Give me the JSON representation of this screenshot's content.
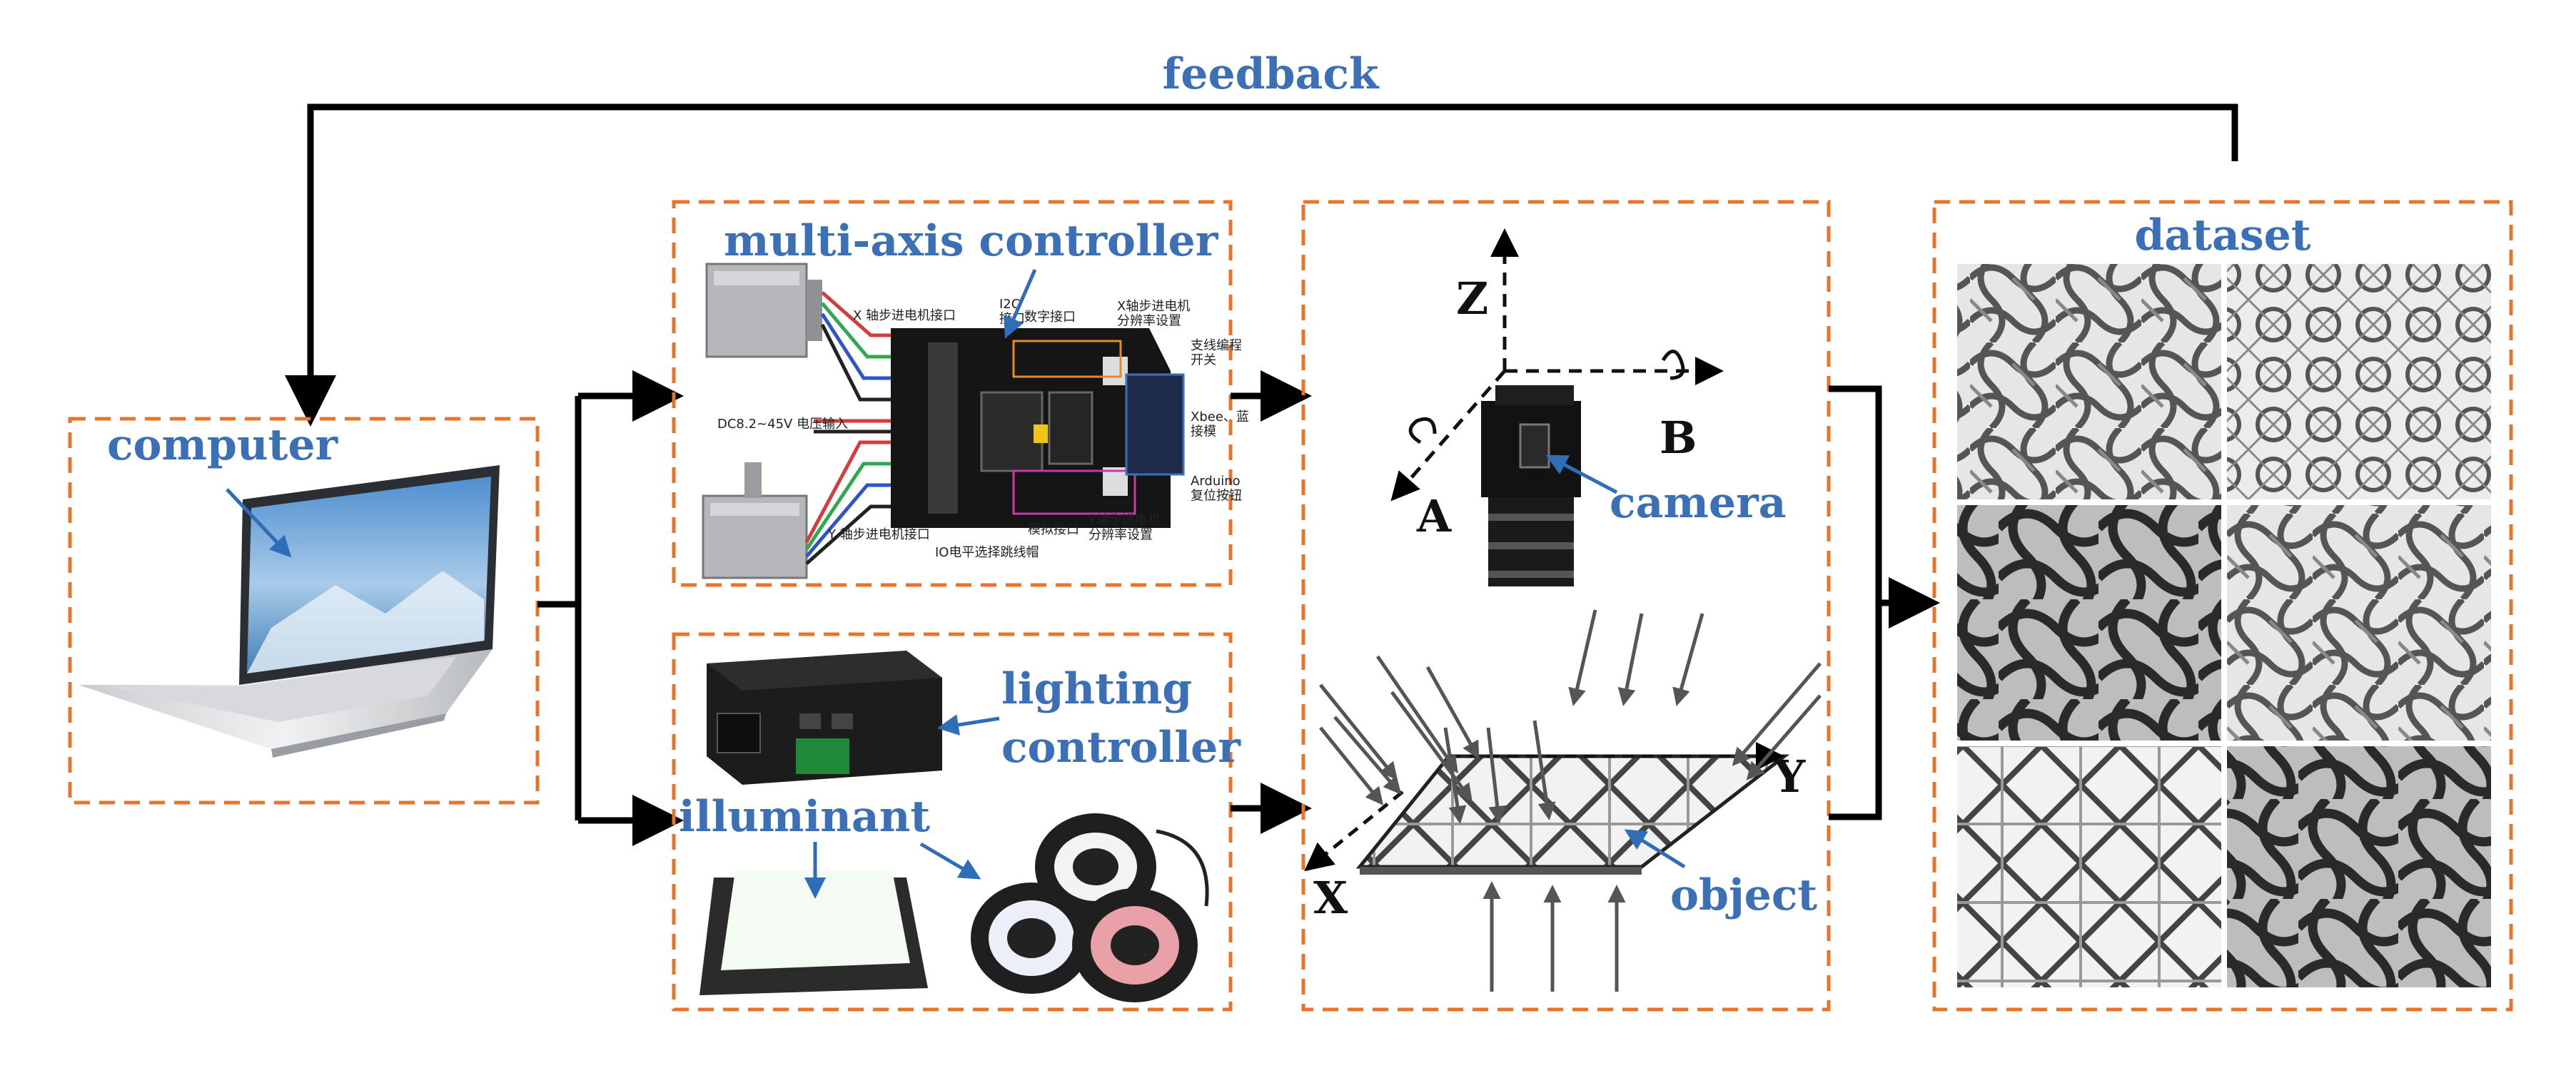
{
  "labels": {
    "feedback": "feedback",
    "computer": "computer",
    "multi_axis_controller": "multi-axis controller",
    "lighting_controller_line1": "lighting",
    "lighting_controller_line2": "controller",
    "illuminant": "illuminant",
    "camera": "camera",
    "object": "object",
    "dataset": "dataset"
  },
  "axes": {
    "z": "Z",
    "a": "A",
    "b": "B",
    "x": "X",
    "y": "Y"
  },
  "board_annotations": {
    "x_motor_port": "X 轴步进电机接口",
    "i2c_port": "I2C\n接口",
    "digital_port": "数字接口",
    "x_resolution": "X轴步进电机\n分辨率设置",
    "prog_switch": "支线编程\n开关",
    "dc_input": "DC8.2~45V 电压输入",
    "xbee": "Xbee、蓝\n接模",
    "arduino": "Arduino\n复位按钮",
    "y_motor_port": "Y 轴步进电机接口",
    "analog_port": "模拟接口",
    "y_resolution": "Y轴步进电机\n分辨率设置",
    "io_level": "IO电平选择跳线帽"
  },
  "colors": {
    "label_blue": "#3b6fb6",
    "box_orange": "#e8742a",
    "flow_black": "#000000"
  }
}
